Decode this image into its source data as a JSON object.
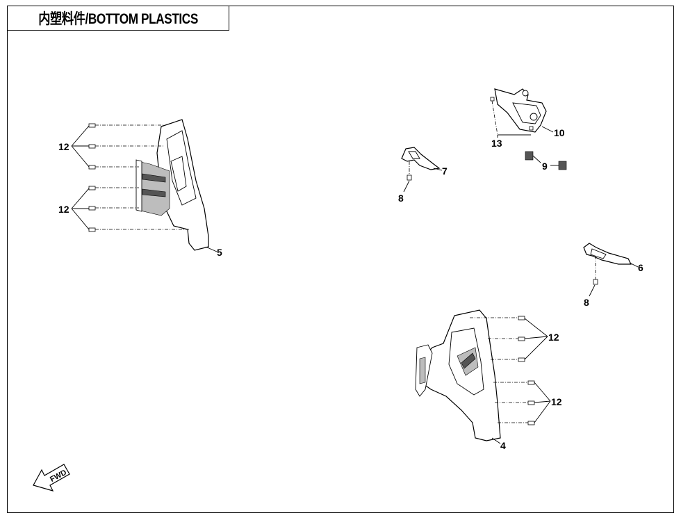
{
  "title": "内塑料件/BOTTOM PLASTICS",
  "fwd_label": "FWD",
  "callouts": {
    "c4": "4",
    "c5": "5",
    "c6": "6",
    "c7": "7",
    "c8a": "8",
    "c8b": "8",
    "c9": "9",
    "c10": "10",
    "c12a": "12",
    "c12b": "12",
    "c12c": "12",
    "c12d": "12",
    "c13": "13"
  }
}
